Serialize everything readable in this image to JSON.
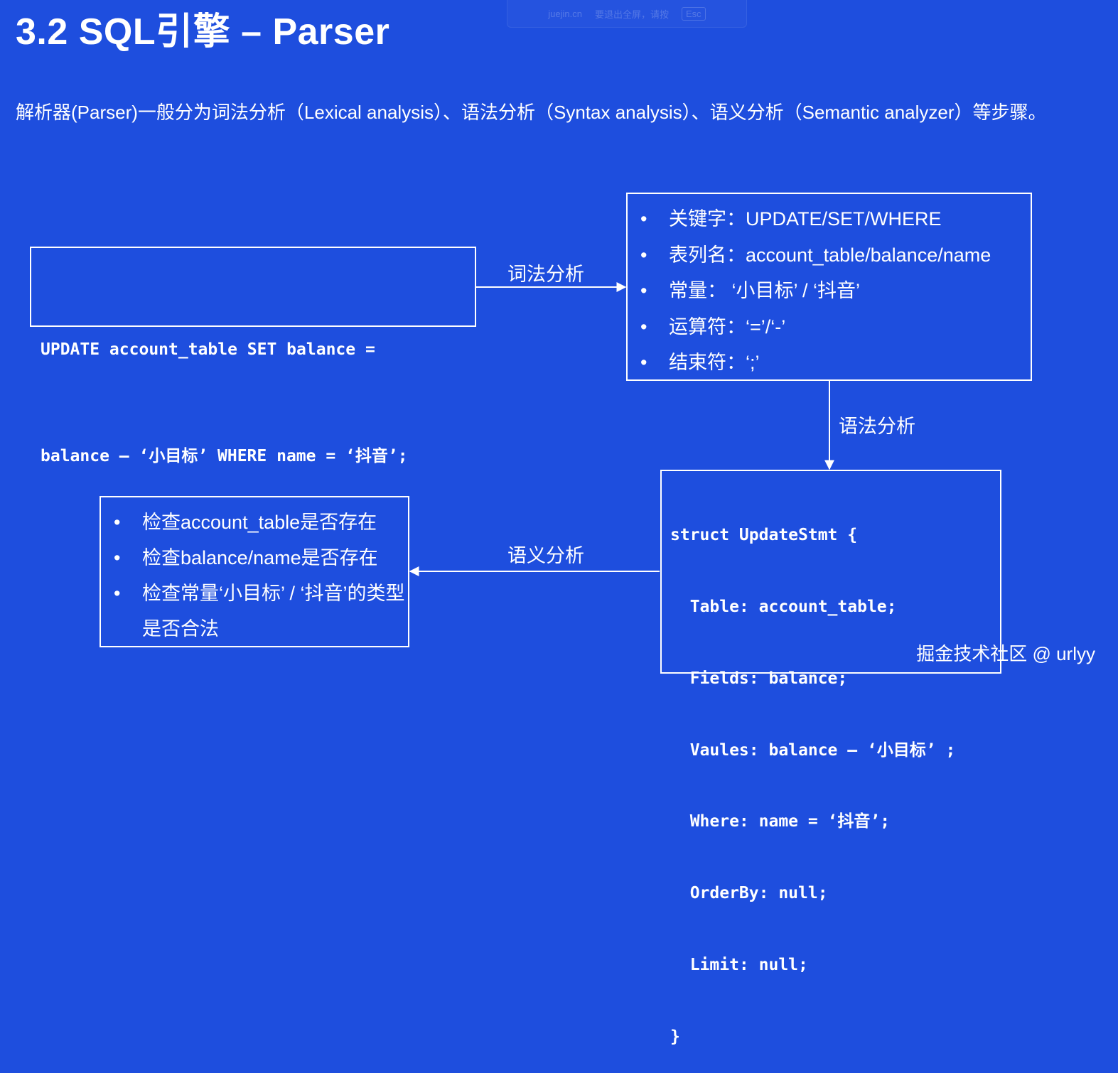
{
  "fullscreen_hint": {
    "site": "juejin.cn",
    "message": "要退出全屏，请按",
    "key": "Esc"
  },
  "title": "3.2 SQL引擎 – Parser",
  "intro": "解析器(Parser)一般分为词法分析（Lexical analysis）、语法分析（Syntax analysis）、语义分析（Semantic analyzer）等步骤。",
  "sql_box": {
    "lines": [
      "UPDATE account_table SET balance =",
      "balance – ‘小目标’ WHERE name = ‘抖音’;"
    ]
  },
  "arrows": {
    "lexical": "词法分析",
    "syntax": "语法分析",
    "semantic": "语义分析"
  },
  "lexical_result": {
    "items": [
      "关键字：UPDATE/SET/WHERE",
      "表列名：account_table/balance/name",
      "常量：  ‘小目标’ / ‘抖音’",
      "运算符：‘=’/‘-’",
      "结束符：‘;’"
    ]
  },
  "struct_box": {
    "lines": [
      "struct UpdateStmt {",
      "  Table: account_table;",
      "  Fields: balance;",
      "  Vaules: balance – ‘小目标’ ;",
      "  Where: name = ‘抖音’;",
      "  OrderBy: null;",
      "  Limit: null;",
      "}"
    ]
  },
  "semantic_checks": {
    "items": [
      "检查account_table是否存在",
      "检查balance/name是否存在",
      "检查常量‘小目标’ / ‘抖音’的类型是否合法"
    ]
  },
  "watermark": "掘金技术社区 @ urlyy",
  "colors": {
    "background": "#1e4ede",
    "foreground": "#ffffff"
  }
}
